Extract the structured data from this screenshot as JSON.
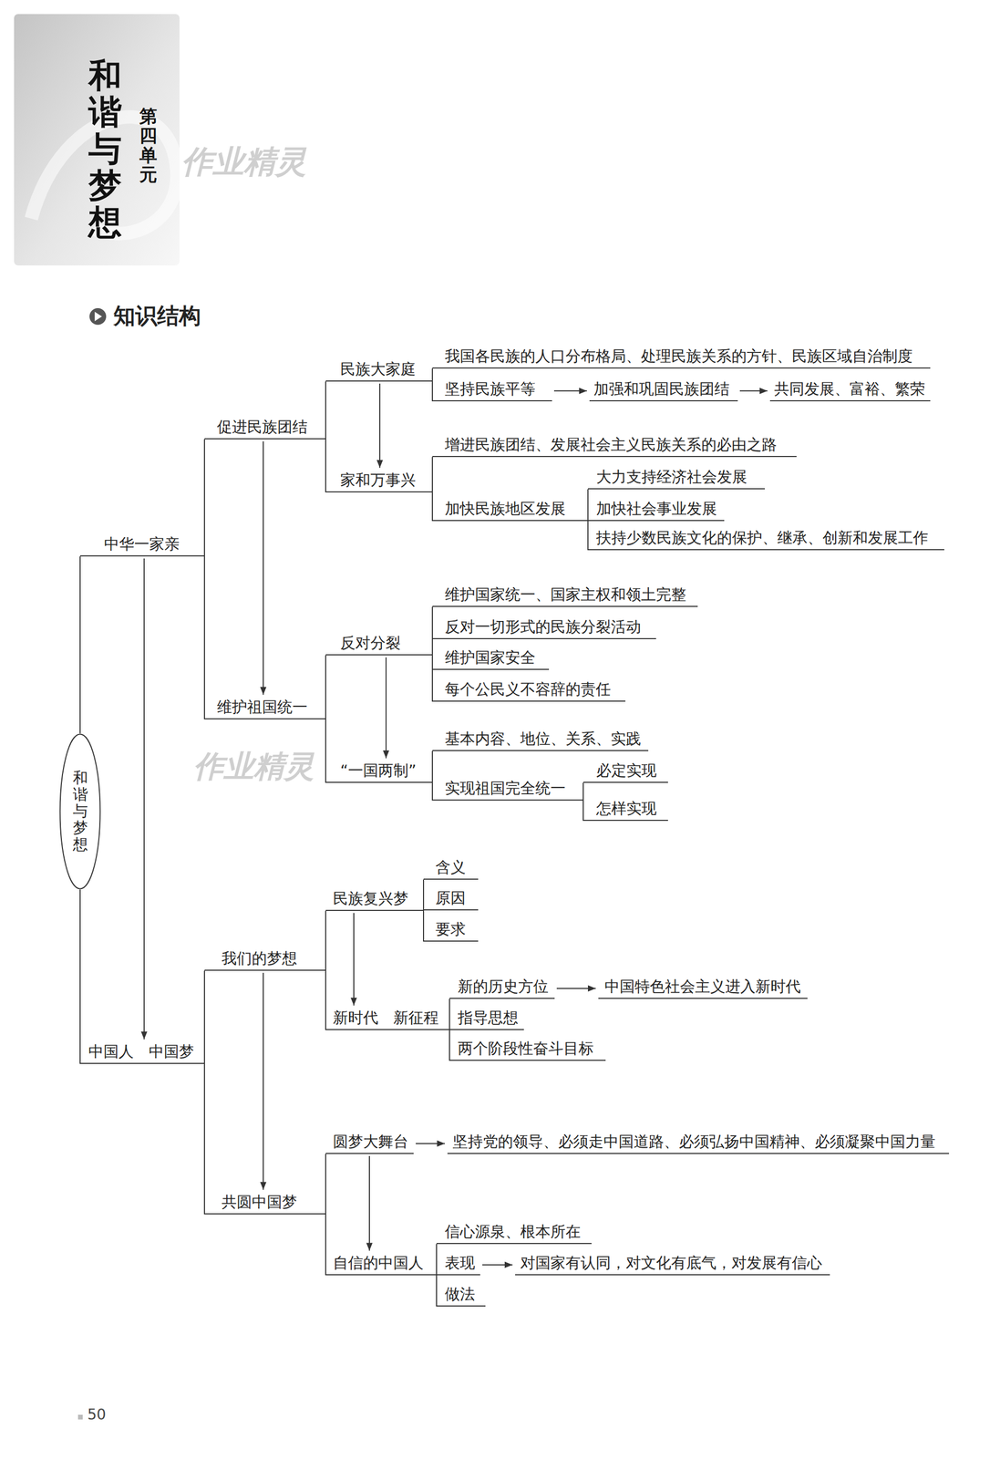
{
  "diagram": {
    "title": "和谐与梦想",
    "nodes": [
      {
        "text": [
          "和谐与梦想"
        ]
      },
      {
        "text": [
          "中华一家亲"
        ]
      },
      {
        "text": [
          "促进民族团结"
        ]
      },
      {
        "text": [
          "民族大家庭"
        ]
      },
      {
        "text": [
          "我国各民族的人口分布格局、处理民族关系的方针、民族区域自治制度"
        ]
      },
      {
        "text": [
          "坚持民族平等"
        ]
      },
      {
        "text": [
          "加强和巩固民族团结"
        ]
      },
      {
        "text": [
          "共同发展、富裕、繁荣"
        ]
      },
      {
        "text": [
          "家和万事兴"
        ]
      },
      {
        "text": [
          "增进民族团结、发展社会主义民族关系的必由之路"
        ]
      },
      {
        "text": [
          "加快民族地区发展"
        ]
      },
      {
        "text": [
          "大力支持经济社会发展"
        ]
      },
      {
        "text": [
          "加快社会事业发展"
        ]
      },
      {
        "text": [
          "扶持少数民族文化的保护、继承、创新和发展工作"
        ]
      },
      {
        "text": [
          "维护祖国统一"
        ]
      },
      {
        "text": [
          "反对分裂"
        ]
      },
      {
        "text": [
          "维护国家统一、国家主权和领土完整"
        ]
      },
      {
        "text": [
          "反对一切形式的民族分裂活动"
        ]
      },
      {
        "text": [
          "维护国家安全"
        ]
      },
      {
        "text": [
          "每个公民义不容辞的责任"
        ]
      },
      {
        "text": [
          "“一国两制”"
        ]
      },
      {
        "text": [
          "基本内容、地位、关系、实践"
        ]
      },
      {
        "text": [
          "实现祖国完全统一"
        ]
      },
      {
        "text": [
          "必定实现"
        ]
      },
      {
        "text": [
          "怎样实现"
        ]
      },
      {
        "text": [
          "中国人　中国梦"
        ]
      },
      {
        "text": [
          "我们的梦想"
        ]
      },
      {
        "text": [
          "民族复兴梦"
        ]
      },
      {
        "text": [
          "含义"
        ]
      },
      {
        "text": [
          "原因"
        ]
      },
      {
        "text": [
          "要求"
        ]
      },
      {
        "text": [
          "新时代　新征程"
        ]
      },
      {
        "text": [
          "新的历史方位"
        ]
      },
      {
        "text": [
          "中国特色社会主义进入新时代"
        ]
      },
      {
        "text": [
          "指导思想"
        ]
      },
      {
        "text": [
          "两个阶段性奋斗目标"
        ]
      },
      {
        "text": [
          "共圆中国梦"
        ]
      },
      {
        "text": [
          "圆梦大舞台"
        ]
      },
      {
        "text": [
          "坚持党的领导、必须走中国道路、必须弘扬中国精神、必须凝聚中国力量"
        ]
      },
      {
        "text": [
          "自信的中国人"
        ]
      },
      {
        "text": [
          "信心源泉、根本所在"
        ]
      },
      {
        "text": [
          "表现"
        ]
      },
      {
        "text": [
          "对国家有认同，对文化有底气，对发展有信心"
        ]
      },
      {
        "text": [
          "做法"
        ]
      }
    ],
    "edges": [
      {
        "from": 0,
        "to": 1,
        "arrow": "none"
      },
      {
        "from": 0,
        "to": 25,
        "arrow": "none"
      },
      {
        "from": 1,
        "to": 2,
        "arrow": "none"
      },
      {
        "from": 1,
        "to": 14,
        "arrow": "none"
      },
      {
        "from": 2,
        "to": 3,
        "arrow": "none"
      },
      {
        "from": 2,
        "to": 8,
        "arrow": "none"
      },
      {
        "from": 3,
        "to": 4,
        "arrow": "none"
      },
      {
        "from": 3,
        "to": 5,
        "arrow": "none"
      },
      {
        "from": 8,
        "to": 9,
        "arrow": "none"
      },
      {
        "from": 8,
        "to": 10,
        "arrow": "none"
      },
      {
        "from": 10,
        "to": 11,
        "arrow": "none"
      },
      {
        "from": 10,
        "to": 12,
        "arrow": "none"
      },
      {
        "from": 10,
        "to": 13,
        "arrow": "none"
      },
      {
        "from": 14,
        "to": 15,
        "arrow": "none"
      },
      {
        "from": 14,
        "to": 20,
        "arrow": "none"
      },
      {
        "from": 15,
        "to": 16,
        "arrow": "none"
      },
      {
        "from": 15,
        "to": 17,
        "arrow": "none"
      },
      {
        "from": 15,
        "to": 18,
        "arrow": "none"
      },
      {
        "from": 15,
        "to": 19,
        "arrow": "none"
      },
      {
        "from": 20,
        "to": 21,
        "arrow": "none"
      },
      {
        "from": 20,
        "to": 22,
        "arrow": "none"
      },
      {
        "from": 22,
        "to": 23,
        "arrow": "none"
      },
      {
        "from": 22,
        "to": 24,
        "arrow": "none"
      },
      {
        "from": 25,
        "to": 26,
        "arrow": "none"
      },
      {
        "from": 25,
        "to": 36,
        "arrow": "none"
      },
      {
        "from": 26,
        "to": 27,
        "arrow": "none"
      },
      {
        "from": 26,
        "to": 31,
        "arrow": "none"
      },
      {
        "from": 27,
        "to": 28,
        "arrow": "none"
      },
      {
        "from": 27,
        "to": 29,
        "arrow": "none"
      },
      {
        "from": 27,
        "to": 30,
        "arrow": "none"
      },
      {
        "from": 31,
        "to": 32,
        "arrow": "none"
      },
      {
        "from": 31,
        "to": 34,
        "arrow": "none"
      },
      {
        "from": 31,
        "to": 35,
        "arrow": "none"
      },
      {
        "from": 36,
        "to": 37,
        "arrow": "none"
      },
      {
        "from": 36,
        "to": 39,
        "arrow": "none"
      },
      {
        "from": 39,
        "to": 40,
        "arrow": "none"
      },
      {
        "from": 39,
        "to": 41,
        "arrow": "none"
      },
      {
        "from": 39,
        "to": 43,
        "arrow": "none"
      },
      {
        "from": 1,
        "to": 25,
        "arrow": "to"
      },
      {
        "from": 2,
        "to": 14,
        "arrow": "to"
      },
      {
        "from": 3,
        "to": 8,
        "arrow": "to"
      },
      {
        "from": 15,
        "to": 20,
        "arrow": "to"
      },
      {
        "from": 26,
        "to": 36,
        "arrow": "to"
      },
      {
        "from": 27,
        "to": 31,
        "arrow": "to"
      },
      {
        "from": 37,
        "to": 39,
        "arrow": "to"
      },
      {
        "from": 5,
        "to": 6,
        "arrow": "to"
      },
      {
        "from": 6,
        "to": 7,
        "arrow": "to"
      },
      {
        "from": 32,
        "to": 33,
        "arrow": "to"
      },
      {
        "from": 37,
        "to": 38,
        "arrow": "to"
      },
      {
        "from": 41,
        "to": 42,
        "arrow": "to"
      }
    ],
    "labels": [
      "第四单元",
      "知识结构",
      "作业精灵",
      "作业精灵",
      "50"
    ]
  }
}
